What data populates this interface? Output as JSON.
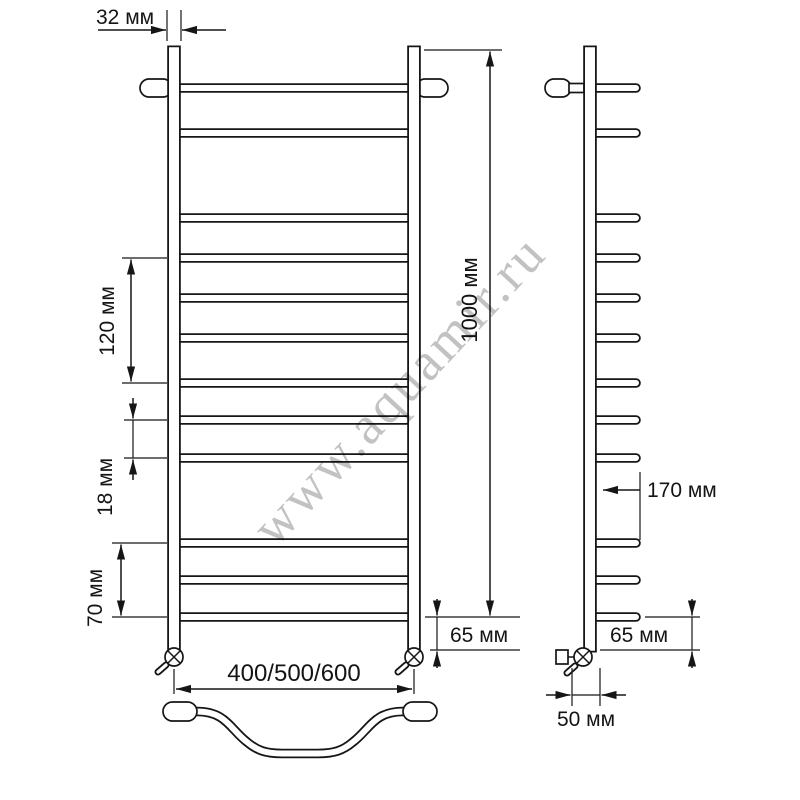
{
  "diagram": {
    "subject": "ladder towel rail technical drawing, front and side views",
    "structure": {
      "front_rung_count": 12,
      "side_stub_count": 12
    },
    "colors": {
      "line": "#161616",
      "watermark": "#c2c2c2",
      "background": "#ffffff"
    }
  },
  "dims": {
    "tube_diameter": "32 мм",
    "rung_span_upper": "120 мм",
    "rung_gap_small": "18 мм",
    "rung_span_lower": "70 мм",
    "overall_height": "1000 мм",
    "bottom_offset_front": "65 мм",
    "width_options": "400/500/600",
    "depth": "170 мм",
    "bottom_offset_side": "65 мм",
    "wall_clearance": "50 мм"
  },
  "watermark": {
    "text": "www.aquamir.ru"
  }
}
